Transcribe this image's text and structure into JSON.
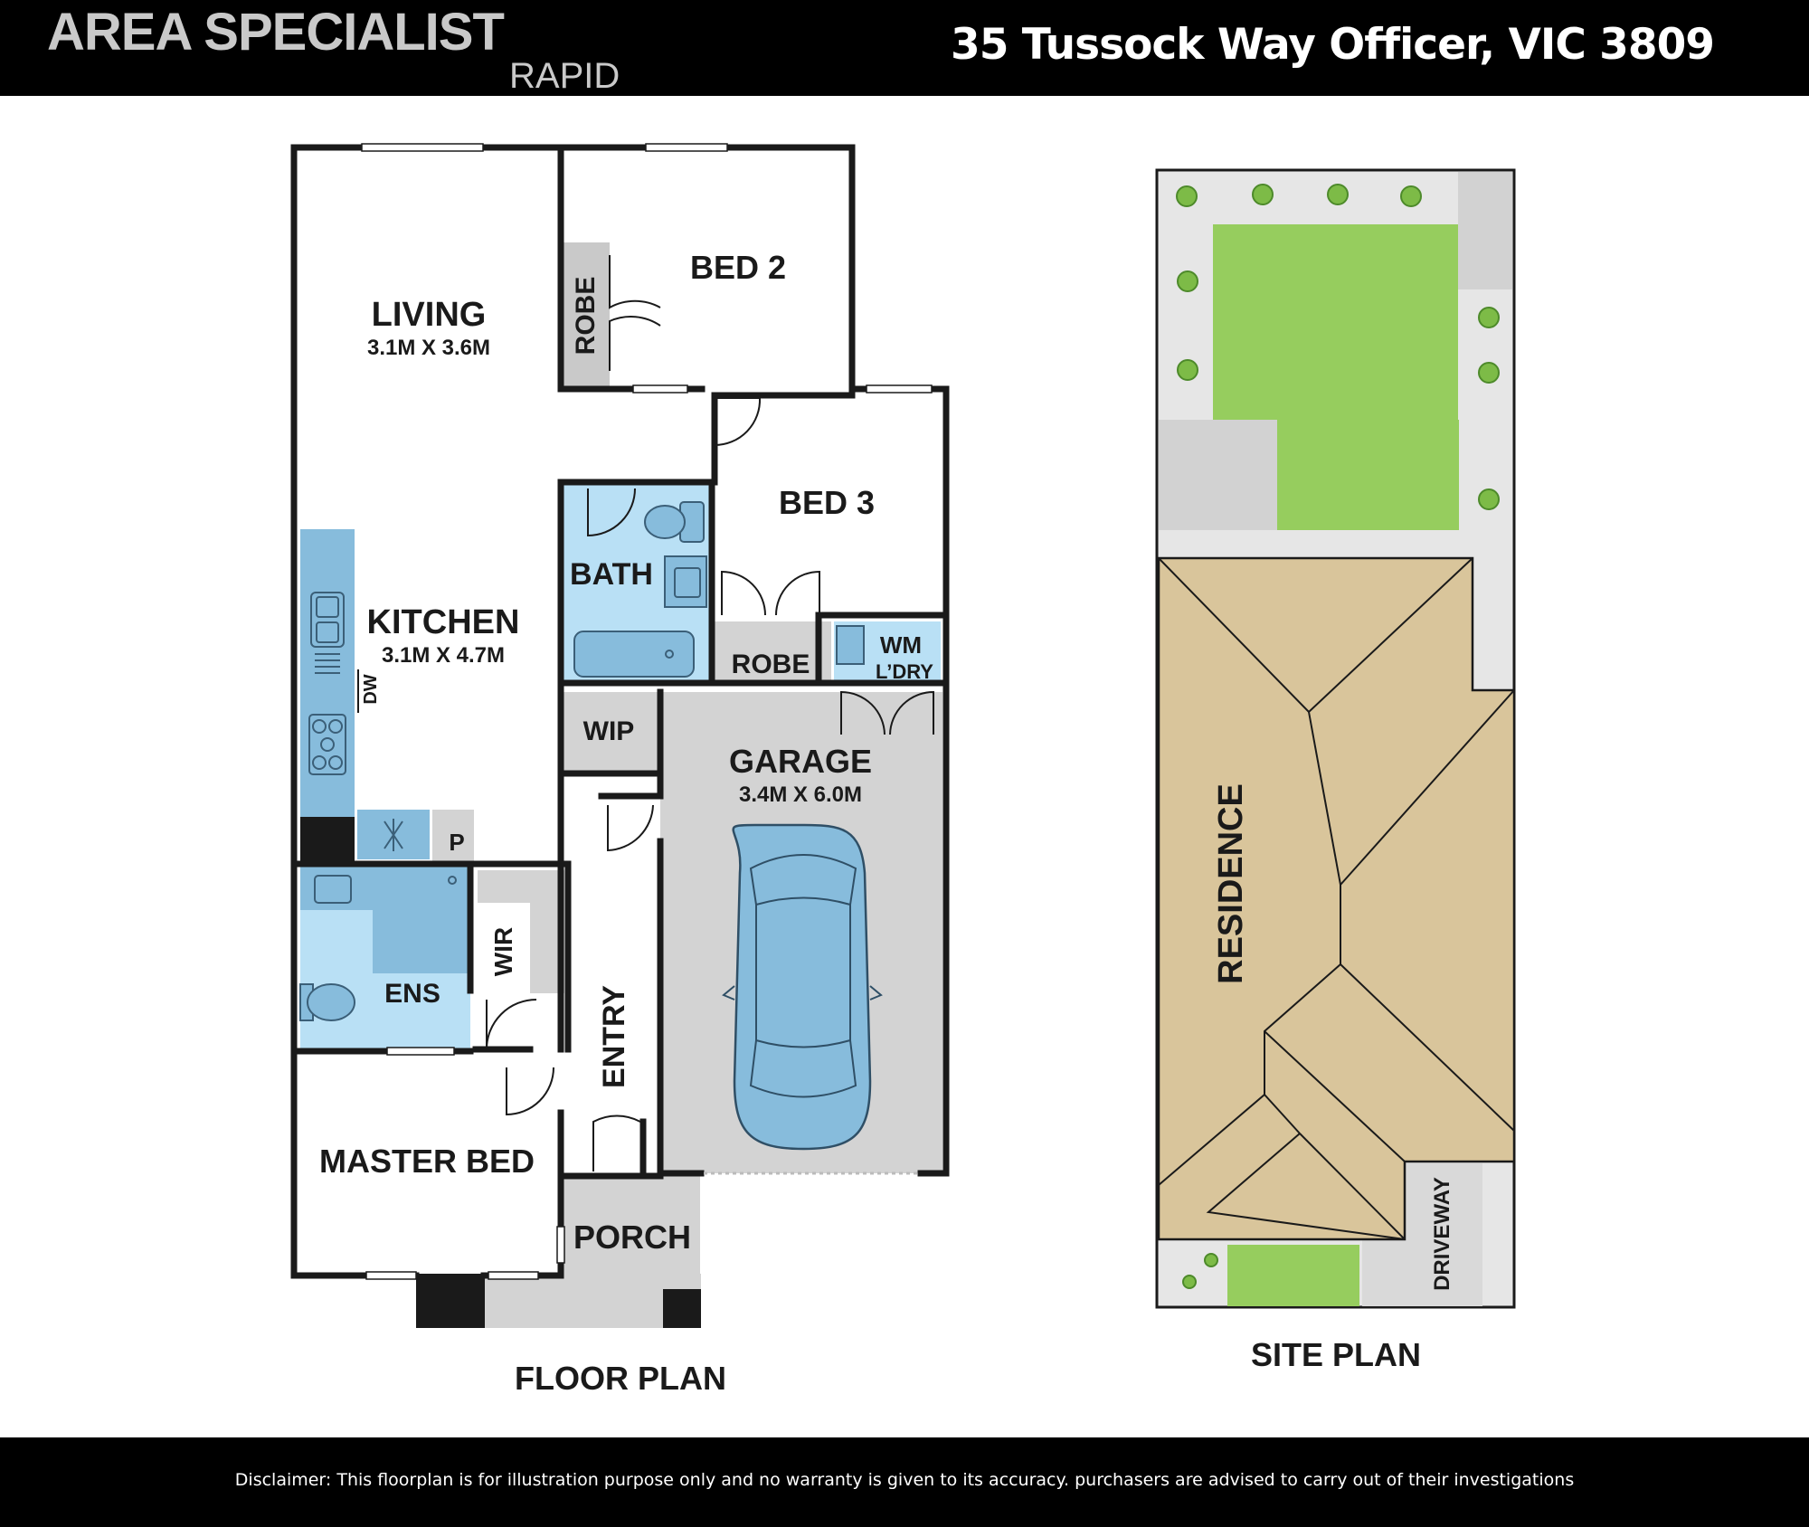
{
  "header": {
    "brand": "AREA SPECIALIST",
    "brand_sub": "RAPID",
    "address": "35 Tussock Way Officer, VIC 3809"
  },
  "floor_plan": {
    "caption": "FLOOR PLAN",
    "rooms": {
      "living": {
        "name": "LIVING",
        "dims": "3.1M X 3.6M"
      },
      "kitchen": {
        "name": "KITCHEN",
        "dims": "3.1M X 4.7M"
      },
      "garage": {
        "name": "GARAGE",
        "dims": "3.4M X 6.0M"
      },
      "bed2": {
        "name": "BED 2"
      },
      "bed3": {
        "name": "BED 3"
      },
      "bath": {
        "name": "BATH"
      },
      "robe2": {
        "name": "ROBE"
      },
      "robe3": {
        "name": "ROBE"
      },
      "wm": {
        "name": "WM"
      },
      "laundry": {
        "name": "L’DRY"
      },
      "wip": {
        "name": "WIP"
      },
      "pantry": {
        "name": "P"
      },
      "ens": {
        "name": "ENS"
      },
      "wir": {
        "name": "WIR"
      },
      "entry": {
        "name": "ENTRY"
      },
      "master": {
        "name": "MASTER BED"
      },
      "porch": {
        "name": "PORCH"
      },
      "dw": {
        "name": "DW"
      }
    }
  },
  "site_plan": {
    "caption": "SITE PLAN",
    "residence": "RESIDENCE",
    "driveway": "DRIVEWAY"
  },
  "footer": {
    "disclaimer": "Disclaimer: This floorplan is for illustration purpose only and no warranty is given to its accuracy. purchasers are advised to carry out of their investigations"
  },
  "colors": {
    "header_bg": "#000000",
    "wet_area_blue": "#b9e0f5",
    "fixture_blue": "#87bcdc",
    "floor_grey": "#d3d3d3",
    "lawn_green": "#96cd5e",
    "roof_tan": "#d9c59b",
    "wall": "#1a1a1a"
  },
  "icons": [
    "car-icon",
    "sink-icon",
    "cooktop-icon",
    "toilet-icon",
    "bathtub-icon",
    "basin-icon",
    "shrub-icon"
  ]
}
